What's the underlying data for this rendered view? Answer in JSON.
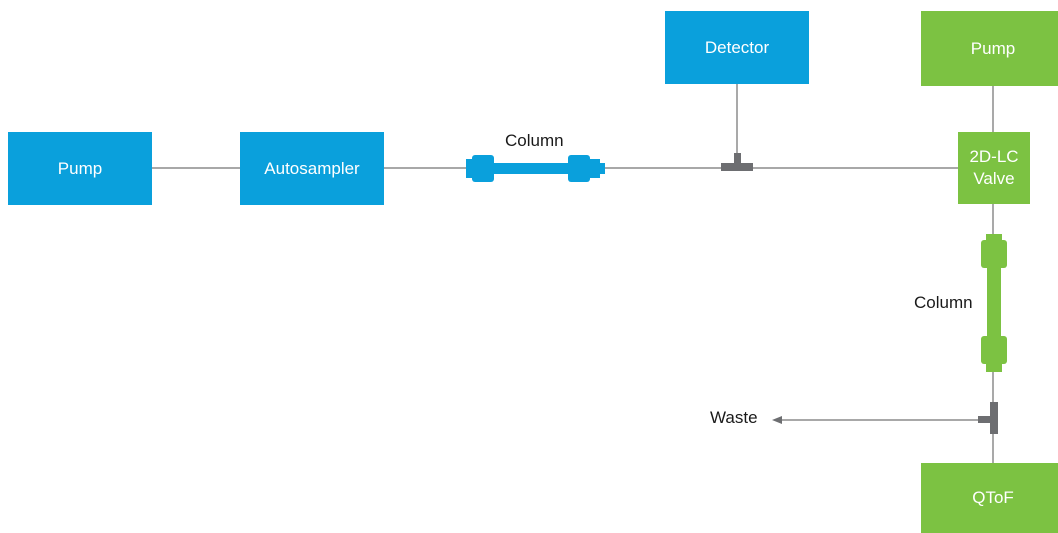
{
  "nodes": {
    "pump1": "Pump",
    "autosampler": "Autosampler",
    "detector": "Detector",
    "pump2": "Pump",
    "valve_line1": "2D-LC",
    "valve_line2": "Valve",
    "qtof": "QToF"
  },
  "labels": {
    "column1": "Column",
    "column2": "Column",
    "waste": "Waste"
  },
  "colors": {
    "first_dimension": "#0aa0dc",
    "second_dimension": "#7cc242",
    "tee_connector": "#6d6e71",
    "tubing": "#8c8c8c"
  }
}
